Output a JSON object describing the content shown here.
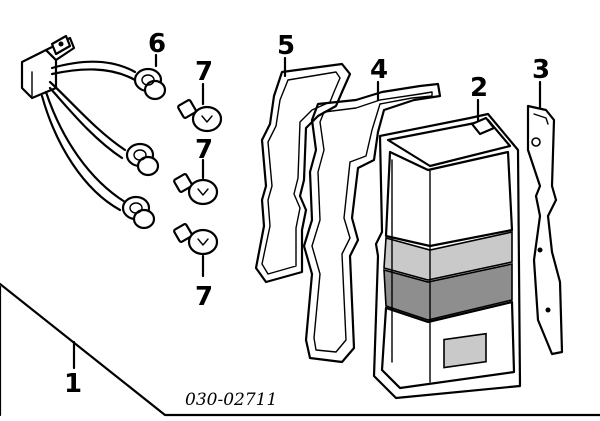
{
  "callouts": {
    "c1": "1",
    "c2": "2",
    "c3": "3",
    "c4": "4",
    "c5": "5",
    "c6": "6",
    "c7a": "7",
    "c7b": "7",
    "c7c": "7"
  },
  "part_number": "030-02711",
  "parts": [
    {
      "ref": "wiring-harness",
      "icon": "harness-icon"
    },
    {
      "ref": "lamp-assembly",
      "icon": "tail-lamp-icon"
    },
    {
      "ref": "mounting-bracket",
      "icon": "bracket-icon"
    },
    {
      "ref": "gasket",
      "icon": "gasket-icon"
    },
    {
      "ref": "seal",
      "icon": "seal-icon"
    },
    {
      "ref": "socket",
      "icon": "socket-icon"
    },
    {
      "ref": "bulb",
      "icon": "bulb-icon"
    }
  ]
}
